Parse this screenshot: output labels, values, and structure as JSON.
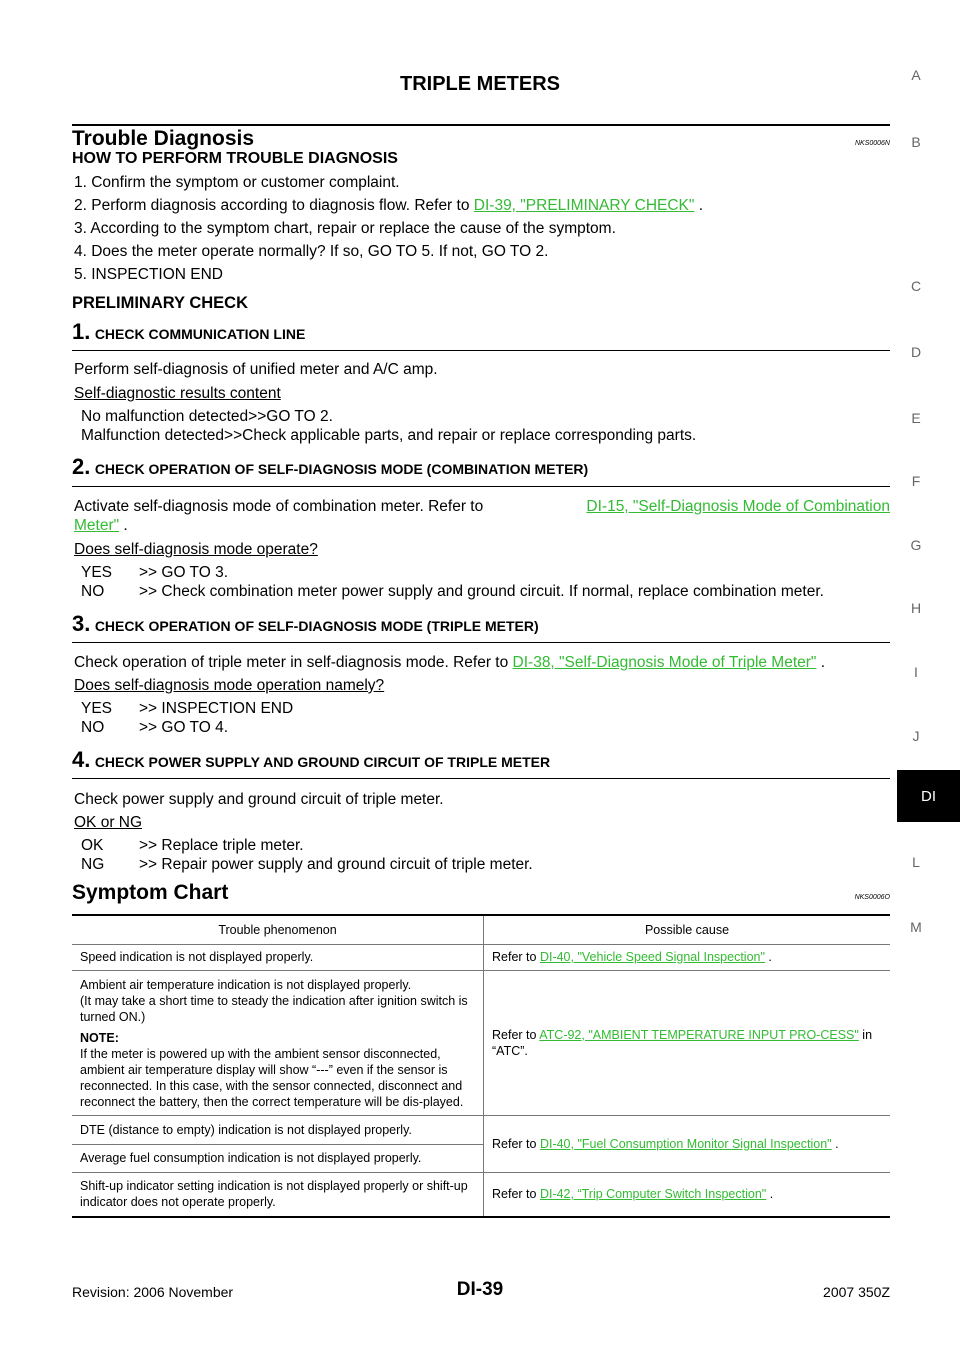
{
  "header": {
    "title": "TRIPLE METERS"
  },
  "section1": {
    "title": "Trouble Diagnosis",
    "code": "NKS0006N",
    "subtitle": "HOW TO PERFORM TROUBLE DIAGNOSIS",
    "steps": [
      "1. Confirm the symptom or customer complaint.",
      "2. Perform diagnosis according to diagnosis flow. Refer to",
      "3. According to the symptom chart, repair or replace the cause of the symptom.",
      "4. Does the meter operate normally? If so, GO TO 5. If not, GO TO 2.",
      "5. INSPECTION END"
    ],
    "step2_link": "DI-39, \"PRELIMINARY CHECK\"",
    "step2_tail": " ."
  },
  "preliminary": {
    "title": "PRELIMINARY CHECK",
    "s1": {
      "num": "1.",
      "title": "CHECK COMMUNICATION LINE",
      "text": "Perform self-diagnosis of unified meter and A/C amp.",
      "question": "Self-diagnostic results content",
      "opt1": "No malfunction detected>>GO TO 2.",
      "opt2": "Malfunction detected>>Check applicable parts, and repair or replace corresponding parts."
    },
    "s2": {
      "num": "2.",
      "title": "CHECK OPERATION OF SELF-DIAGNOSIS MODE (COMBINATION METER)",
      "text": "Activate self-diagnosis mode of combination meter. Refer to",
      "link1": "DI-15, \"Self-Diagnosis Mode of Combination",
      "link2": "Meter\"",
      "tail": " .",
      "question": "Does self-diagnosis mode operate?",
      "yes_k": "YES",
      "yes_v": ">> GO TO 3.",
      "no_k": "NO",
      "no_v": ">> Check combination meter power supply and ground circuit. If normal, replace combination meter."
    },
    "s3": {
      "num": "3.",
      "title": "CHECK OPERATION OF SELF-DIAGNOSIS MODE (TRIPLE METER)",
      "text": "Check operation of triple meter in self-diagnosis mode. Refer to",
      "link": "DI-38, \"Self-Diagnosis Mode of Triple Meter\"",
      "tail": " .",
      "question": "Does self-diagnosis mode operation namely?",
      "yes_k": "YES",
      "yes_v": ">> INSPECTION END",
      "no_k": "NO",
      "no_v": ">> GO TO 4."
    },
    "s4": {
      "num": "4.",
      "title": "CHECK POWER SUPPLY AND GROUND CIRCUIT OF TRIPLE METER",
      "text": "Check power supply and ground circuit of triple meter.",
      "question": "OK or NG",
      "ok_k": "OK",
      "ok_v": ">> Replace triple meter.",
      "ng_k": "NG",
      "ng_v": ">> Repair power supply and ground circuit of triple meter."
    }
  },
  "symptom": {
    "title": "Symptom Chart",
    "code": "NKS0006O",
    "headers": [
      "Trouble phenomenon",
      "Possible cause"
    ],
    "r1_phen": "Speed indication is not displayed properly.",
    "r1_pre": "Refer to ",
    "r1_link": "DI-40, \"Vehicle Speed Signal Inspection\"",
    "r1_post": " .",
    "r2_phen1": "Ambient air temperature indication is not displayed properly.",
    "r2_phen2": "(It may take a short time to steady the indication after ignition switch is turned ON.)",
    "r2_note_label": "NOTE:",
    "r2_note": "If the meter is powered up with the ambient sensor disconnected, ambient air temperature display will show “---” even if the sensor is reconnected. In this case, with the sensor connected, disconnect and reconnect the battery, then the correct temperature will be dis-played.",
    "r2_pre": "Refer to ",
    "r2_link": "ATC-92, \"AMBIENT TEMPERATURE INPUT PRO-CESS\"",
    "r2_post": "  in “ATC”.",
    "r3_phen": "DTE (distance to empty) indication is not displayed properly.",
    "r4_phen": "Average fuel consumption indication is not displayed properly.",
    "r34_pre": "Refer to ",
    "r34_link": "DI-40, \"Fuel Consumption Monitor Signal Inspection\"",
    "r34_post": " .",
    "r5_phen": "Shift-up indicator setting indication is not displayed properly or shift-up indicator does not operate properly.",
    "r5_pre": "Refer to ",
    "r5_link": "DI-42, “Trip Computer Switch Inspection\"",
    "r5_post": " ."
  },
  "side_tabs": [
    "A",
    "B",
    "C",
    "D",
    "E",
    "F",
    "G",
    "H",
    "I",
    "J",
    "DI",
    "L",
    "M"
  ],
  "footer": {
    "left": "Revision: 2006 November",
    "center": "DI-39",
    "right": "2007 350Z"
  }
}
